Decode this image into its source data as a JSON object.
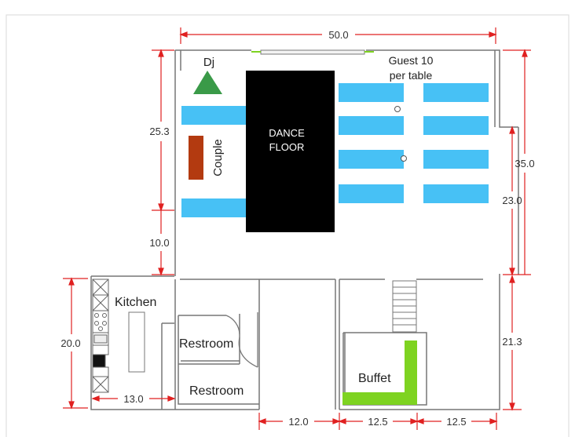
{
  "title": "",
  "labels": {
    "dj": "Dj",
    "guest_line1": "Guest 10",
    "guest_line2": "per table",
    "dance_line1": "DANCE",
    "dance_line2": "FLOOR",
    "couple": "Couple",
    "kitchen": "Kitchen",
    "restroom_1": "Restroom",
    "restroom_2": "Restroom",
    "buffet": "Buffet"
  },
  "dimensions": {
    "top_width": "50.0",
    "left_upper": "25.3",
    "left_gap": "10.0",
    "right_upper": "35.0",
    "right_mid": "23.0",
    "kitchen_height": "20.0",
    "kitchen_width": "13.0",
    "bottom_gap": "12.0",
    "buffet_left": "12.5",
    "buffet_right": "12.5",
    "right_lower": "21.3"
  },
  "colors": {
    "wall": "#777777",
    "dimension": "#e02020",
    "table": "#47c1f5",
    "dance_floor": "#000000",
    "dj": "#3a9a48",
    "couple": "#b33a10",
    "buffet": "#7ed321"
  }
}
